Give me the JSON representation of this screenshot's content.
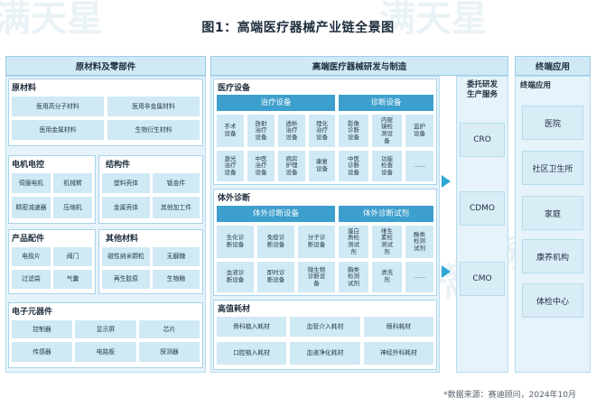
{
  "title": "图1：高端医疗器械产业链全景图",
  "watermark": "满天星",
  "source": "*数据来源：赛迪顾问，2024年10月",
  "colors": {
    "accent": "#3d9fcd",
    "cell": "#cfe9f5",
    "arrow": "#2fa6d6",
    "band": "#cfe9f5"
  },
  "upstream": {
    "header": "原材料及零部件",
    "raw_materials": {
      "title": "原材料",
      "items": [
        "医用高分子材料",
        "医用非金属材料",
        "医用金属材料",
        "生物衍生材料"
      ]
    },
    "electromech": {
      "title": "电机电控",
      "items": [
        "伺服电机",
        "机械臂",
        "精密减速器",
        "压缩机"
      ]
    },
    "structural": {
      "title": "结构件",
      "items": [
        "塑料壳体",
        "钣金件",
        "金属壳体",
        "其他加工件"
      ]
    },
    "product_parts": {
      "title": "产品配件",
      "items": [
        "电极片",
        "阀门",
        "过滤袋",
        "气囊"
      ]
    },
    "other_materials": {
      "title": "其他材料",
      "items": [
        "磁性纳米颗粒",
        "无脲糖",
        "再生胶原",
        "生物酶"
      ]
    },
    "electronics": {
      "title": "电子元器件",
      "items": [
        "控制器",
        "显示屏",
        "芯片",
        "传感器",
        "电路板",
        "探测器"
      ]
    }
  },
  "midstream": {
    "header": "高端医疗器械研发与制造",
    "medical_equipment": {
      "title": "医疗设备",
      "groups": [
        "治疗设备",
        "诊断设备"
      ],
      "therapy": [
        "手术\n设备",
        "放射\n治疗\n设备",
        "透析\n治疗\n设备",
        "理化\n治疗\n设备",
        "激光\n治疗\n设备",
        "中医\n治疗\n设备",
        "病房\n护理\n设备",
        "康复\n设备"
      ],
      "diagnosis": [
        "影像\n诊断\n设备",
        "内窥\n镜检\n测设\n备",
        "监护\n设备",
        "中医\n诊断\n设备",
        "功能\n检查\n设备",
        "……"
      ]
    },
    "ivd": {
      "title": "体外诊断",
      "groups": [
        "体外诊断设备",
        "体外诊断试剂"
      ],
      "devices": [
        "生化诊\n断设备",
        "免疫诊\n断设备",
        "分子诊\n断设备",
        "血液诊\n断设备",
        "即时诊\n断设备",
        "微生物\n诊断设\n备"
      ],
      "reagents": [
        "蛋白\n质检\n测试\n剂",
        "维生\n素检\n测试\n剂",
        "酶类\n检测\n试剂",
        "胸类\n检测\n试剂",
        "清洗\n剂",
        "……"
      ]
    },
    "consumables": {
      "title": "高值耗材",
      "items": [
        "骨科植入耗材",
        "血管介入耗材",
        "眼科耗材",
        "口腔植入耗材",
        "血液净化耗材",
        "神经外科耗材"
      ]
    }
  },
  "outsourcing": {
    "title": "委托研发\n生产服务",
    "items": [
      "CRO",
      "CDMO",
      "CMO"
    ]
  },
  "terminal": {
    "header": "终端应用",
    "title": "终端应用",
    "items": [
      "医院",
      "社区卫生所",
      "家庭",
      "康养机构",
      "体检中心"
    ]
  }
}
